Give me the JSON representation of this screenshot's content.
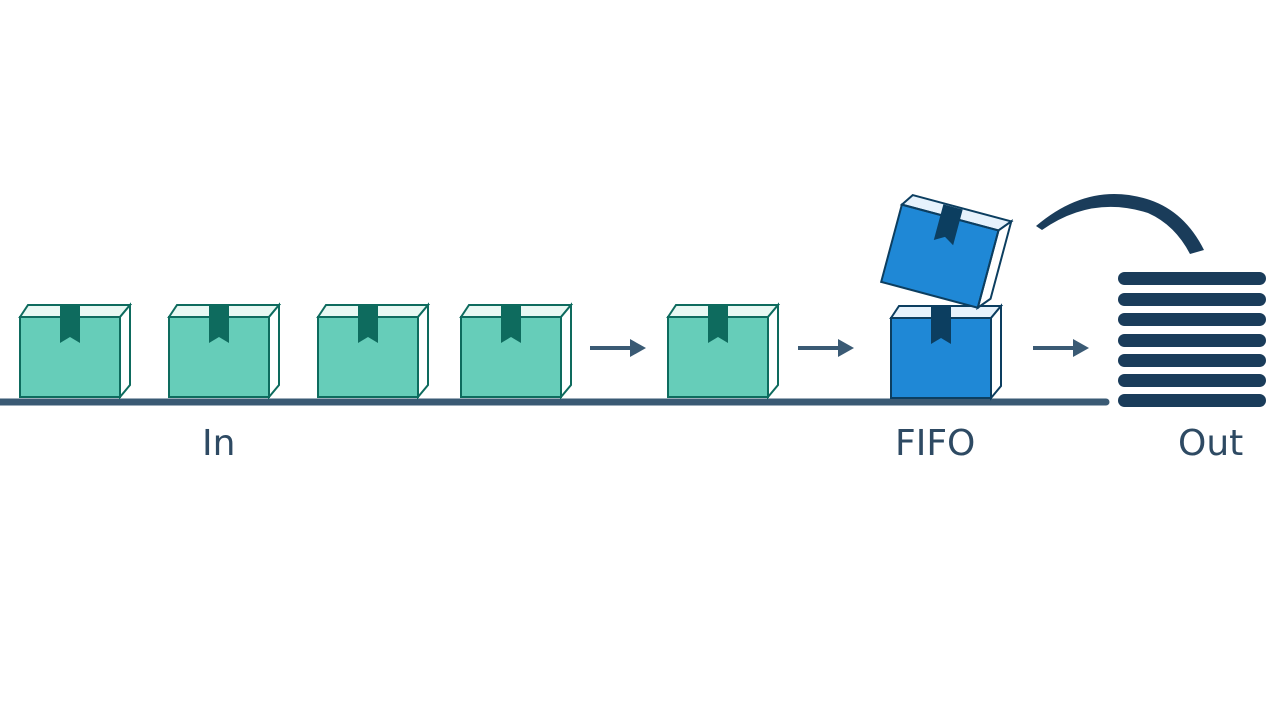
{
  "labels": {
    "in": "In",
    "fifo": "FIFO",
    "out": "Out"
  },
  "colors": {
    "box_green": "#66cdb9",
    "box_green_top": "#e8f8f3",
    "tape_green": "#0e6b5e",
    "box_blue": "#1f88d6",
    "box_blue_top": "#e6f2fc",
    "tape_blue": "#0c3e60",
    "dark": "#1a3c5a",
    "conveyor": "#3a5a74"
  },
  "icons": {
    "box": "package-box-icon",
    "arrow": "right-arrow-icon",
    "stack": "stacked-lines-icon",
    "curve": "curved-arrow-icon"
  }
}
